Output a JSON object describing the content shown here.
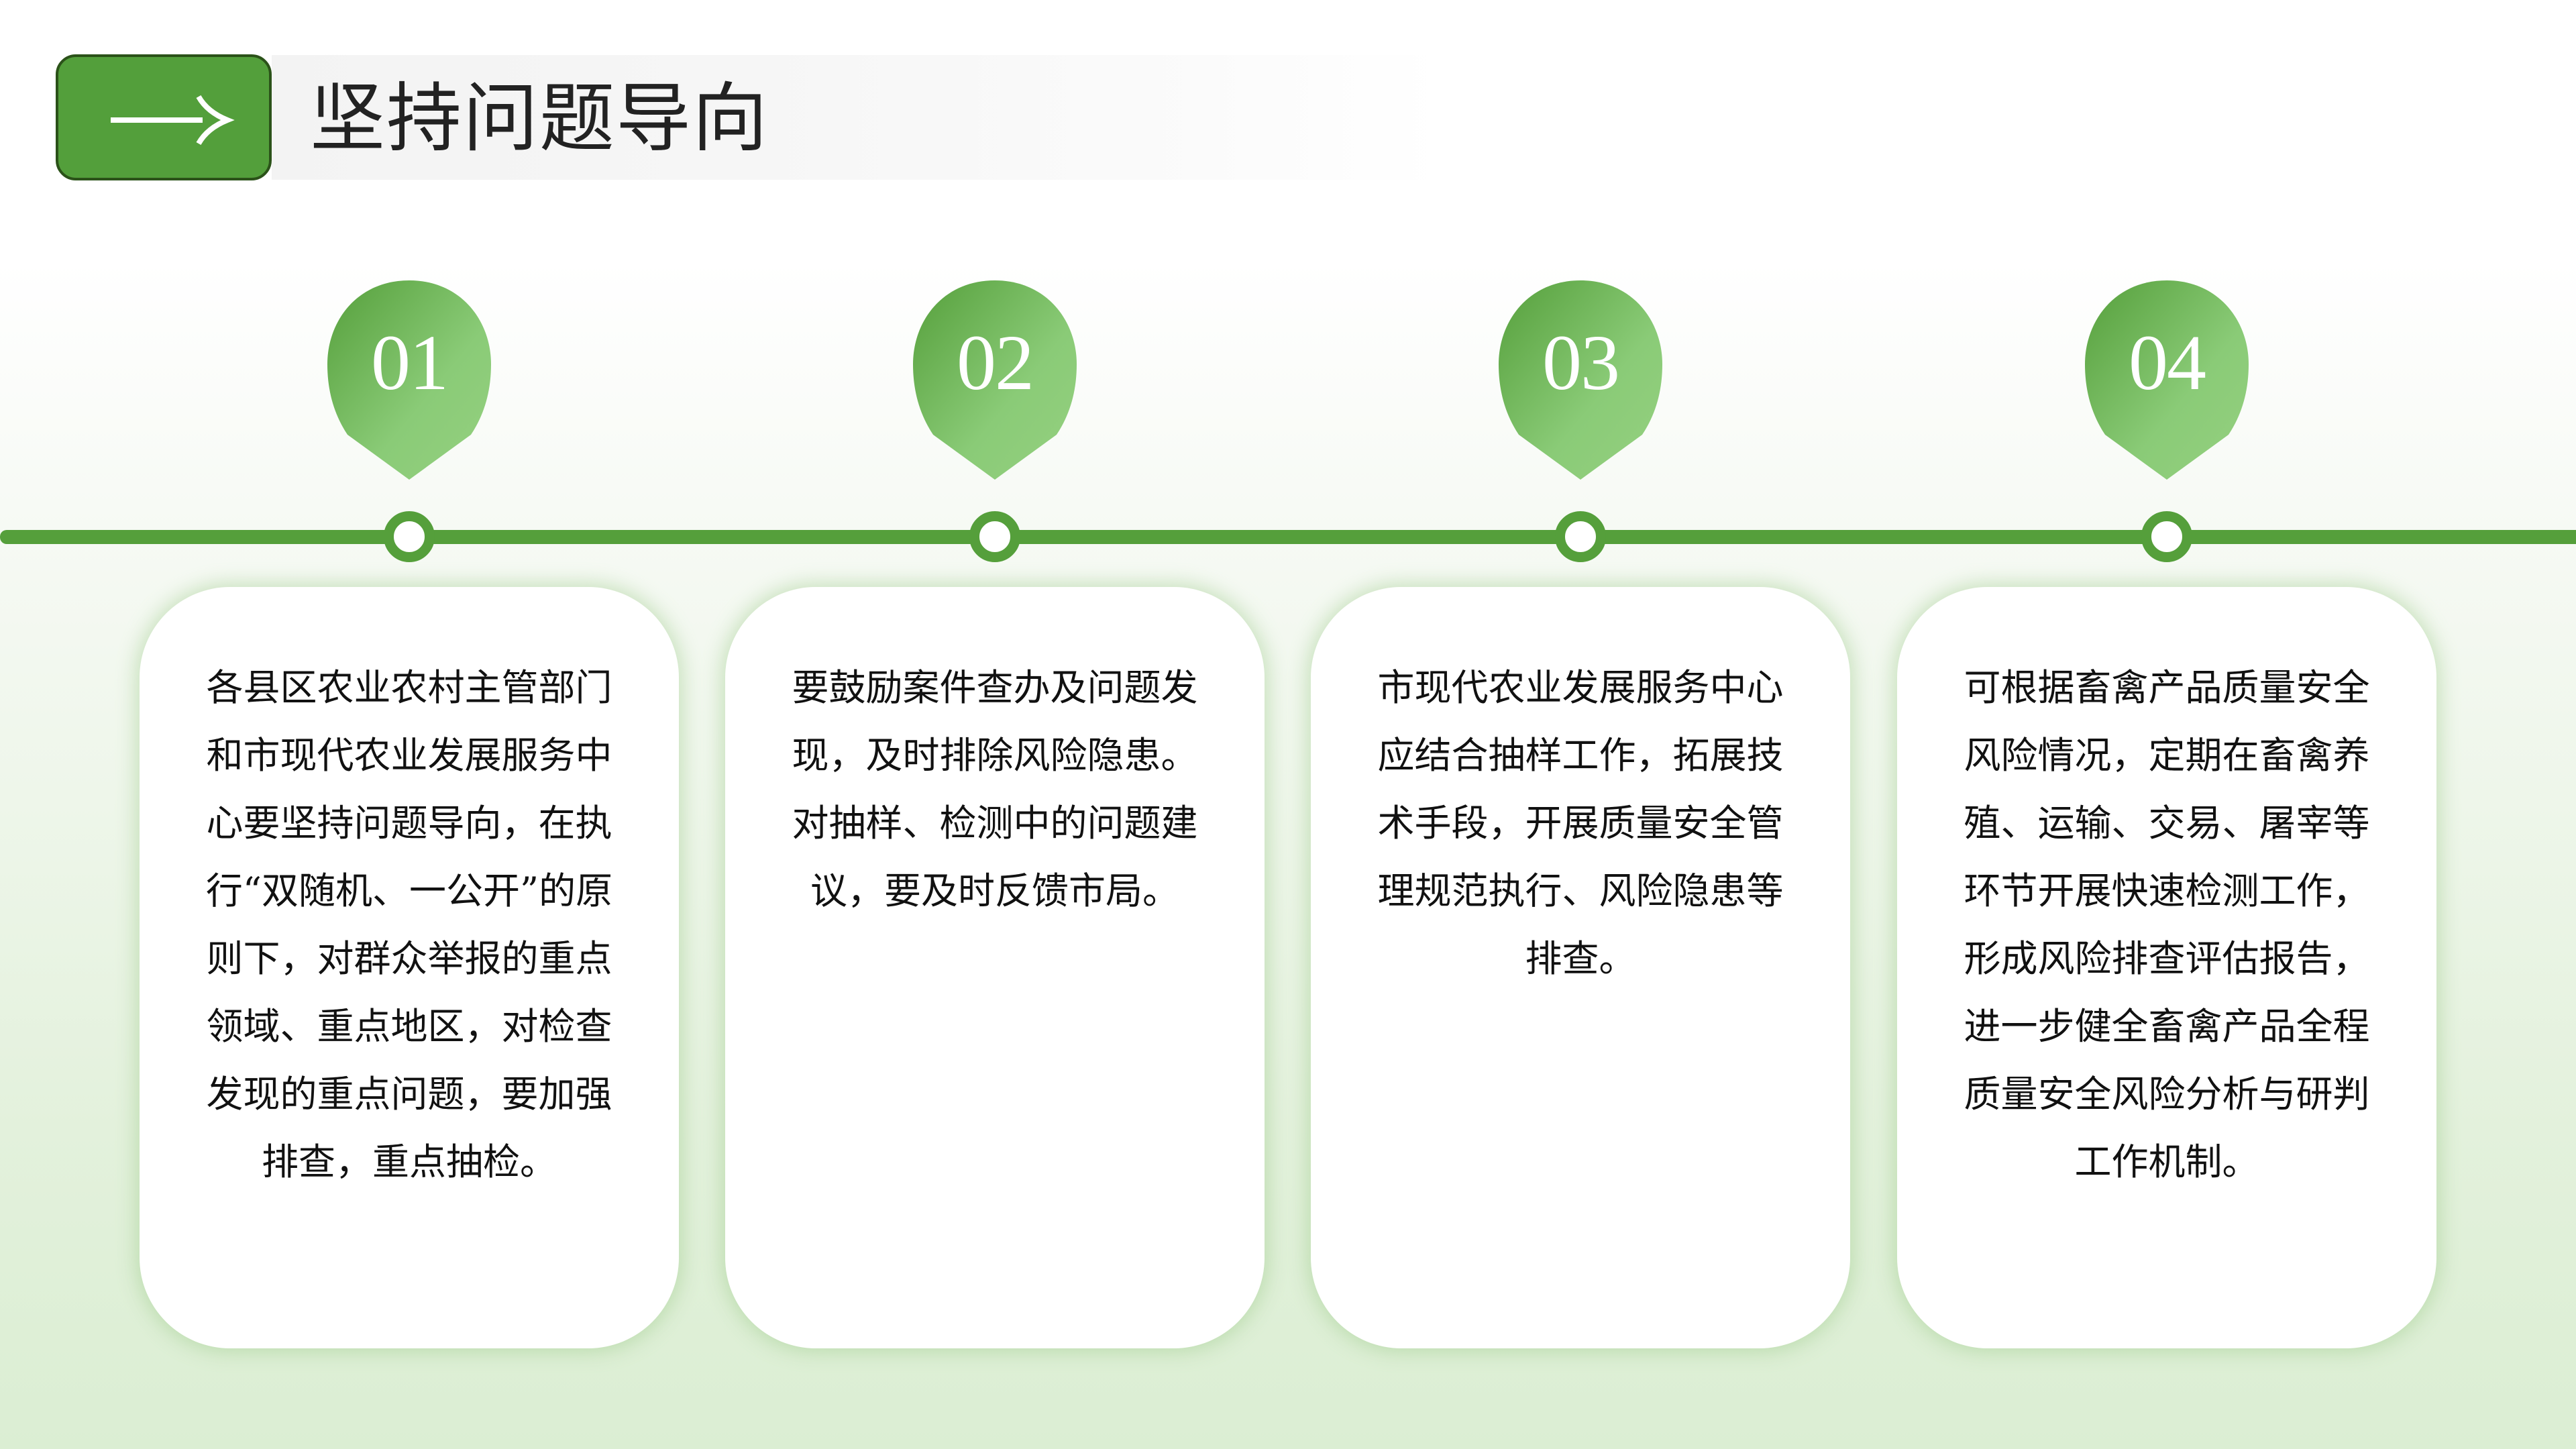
{
  "header": {
    "title": "坚持问题导向",
    "icon": "arrow-right-icon",
    "icon_bg_color": "#539f3b"
  },
  "colors": {
    "accent": "#559f3b",
    "pin_gradient_start": "#559f3b",
    "pin_gradient_end": "#95d080",
    "background_bottom": "#dbeed3"
  },
  "timeline": {
    "steps": [
      {
        "number": "01",
        "text": "各县区农业农村主管部门和市现代农业发展服务中心要坚持问题导向，在执行“双随机、一公开”的原则下，对群众举报的重点领域、重点地区，对检查发现的重点问题，要加强排查，重点抽检。"
      },
      {
        "number": "02",
        "text": "要鼓励案件查办及问题发现，及时排除风险隐患。对抽样、检测中的问题建议，要及时反馈市局。"
      },
      {
        "number": "03",
        "text": "市现代农业发展服务中心应结合抽样工作，拓展技术手段，开展质量安全管理规范执行、风险隐患等排查。"
      },
      {
        "number": "04",
        "text": "可根据畜禽产品质量安全风险情况，定期在畜禽养殖、运输、交易、屠宰等环节开展快速检测工作，形成风险排查评估报告，进一步健全畜禽产品全程质量安全风险分析与研判工作机制。"
      }
    ]
  }
}
